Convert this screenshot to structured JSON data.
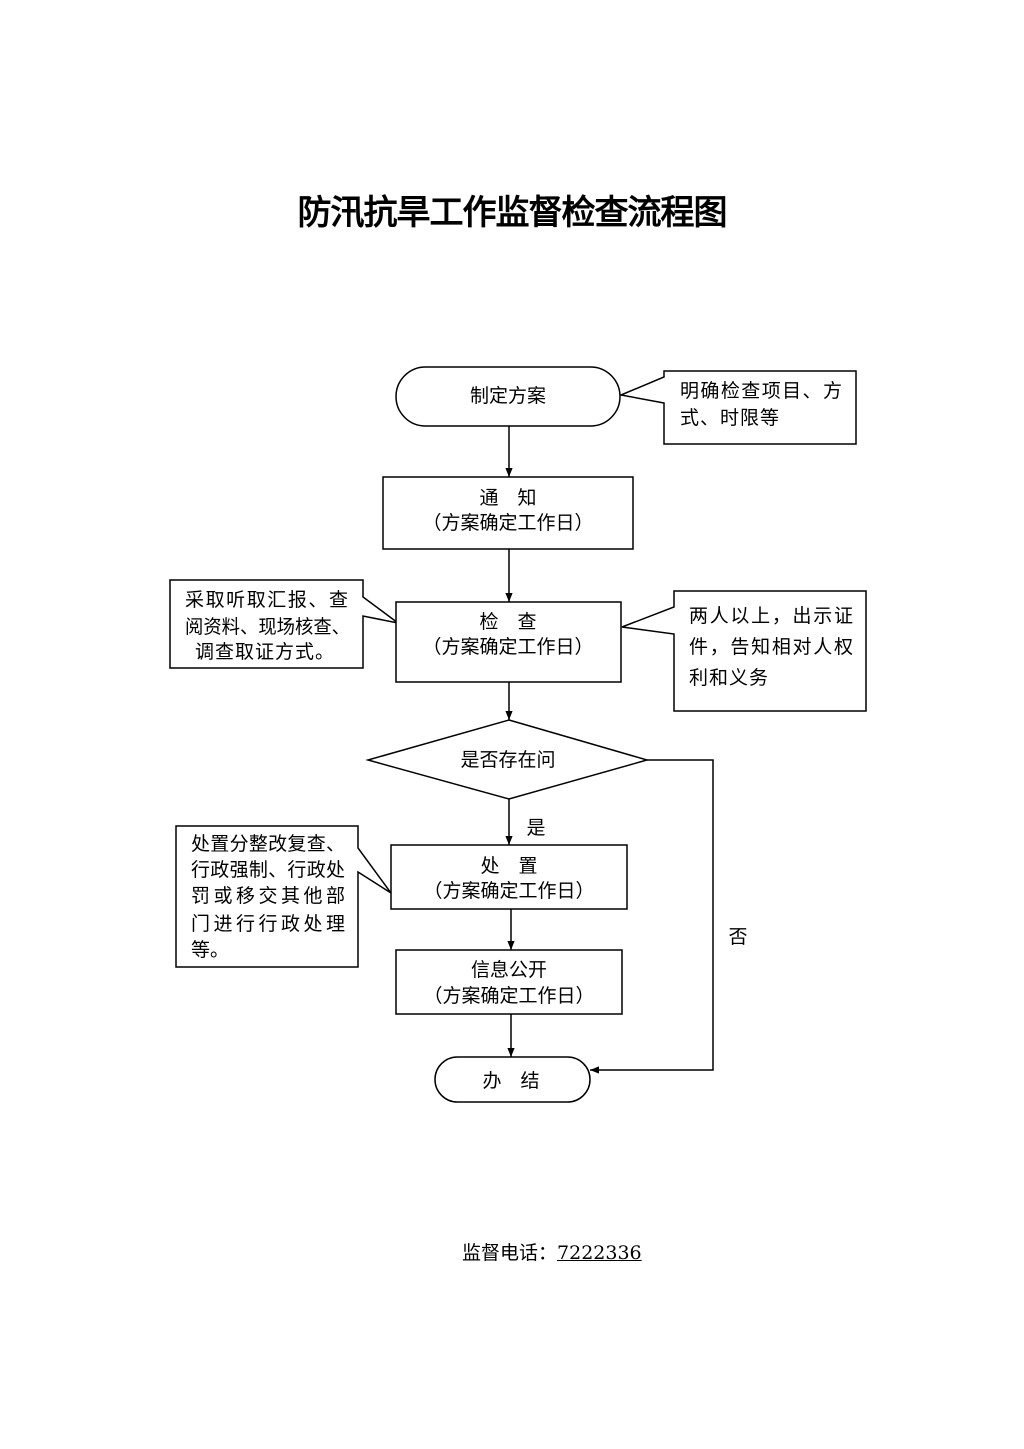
{
  "title": "防汛抗旱工作监督检查流程图",
  "nodes": {
    "plan": {
      "label": "制定方案"
    },
    "notify": {
      "label": "通　知",
      "sub": "（方案确定工作日）"
    },
    "inspect": {
      "label": "检　查",
      "sub": "（方案确定工作日）"
    },
    "decision": {
      "label": "是否存在问"
    },
    "handle": {
      "label": "处　置",
      "sub": "（方案确定工作日）"
    },
    "publicize": {
      "label": "信息公开",
      "sub": "（方案确定工作日）"
    },
    "close": {
      "label": "办　结"
    }
  },
  "notes": {
    "plan_note": {
      "lines": [
        "明确检查项目、方",
        "式、时限等"
      ]
    },
    "inspect_method_note": {
      "lines": [
        "采取听取汇报、查",
        "阅资料、现场核查、",
        "调查取证方式。"
      ]
    },
    "inspect_rule_note": {
      "lines": [
        "两人以上，出示证",
        "件，告知相对人权",
        "利和义务"
      ]
    },
    "handle_note": {
      "lines": [
        "处置分整改复查、",
        "行政强制、行政处",
        "罚或移交其他部",
        "门进行行政处理",
        "等。"
      ]
    }
  },
  "edges": {
    "yes_label": "是",
    "no_label": "否"
  },
  "footer": {
    "label": "监督电话：",
    "phone": "7222336"
  }
}
